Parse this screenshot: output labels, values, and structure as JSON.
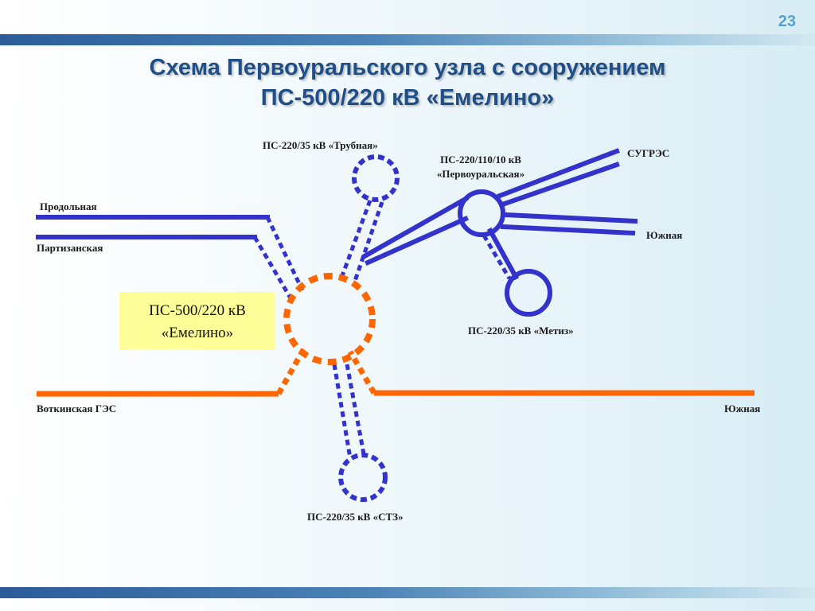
{
  "slide_number": "23",
  "title": {
    "line1": "Схема Первоуральского узла с сооружением",
    "line2": "ПС-500/220 кВ «Емелино»"
  },
  "center": {
    "line1": "ПС-500/220 кВ",
    "line2": "«Емелино»"
  },
  "labels": {
    "trubnaya": "ПС-220/35 кВ «Трубная»",
    "pervouralskaya_1": "ПС-220/110/10 кВ",
    "pervouralskaya_2": "«Первоуральская»",
    "sugres": "СУГРЭС",
    "prodolnaya": "Продольная",
    "partizanskaya": "Партизанская",
    "yuzhnaya_220": "Южная",
    "metiz": "ПС-220/35 кВ «Метиз»",
    "votkinsk": "Воткинская ГЭС",
    "yuzhnaya_500": "Южная",
    "stz": "ПС-220/35 кВ «СТЗ»"
  },
  "colors": {
    "line_220": "#3333cc",
    "line_500": "#ff6600",
    "center_box": "#ffff99",
    "title": "#1f4f86"
  }
}
